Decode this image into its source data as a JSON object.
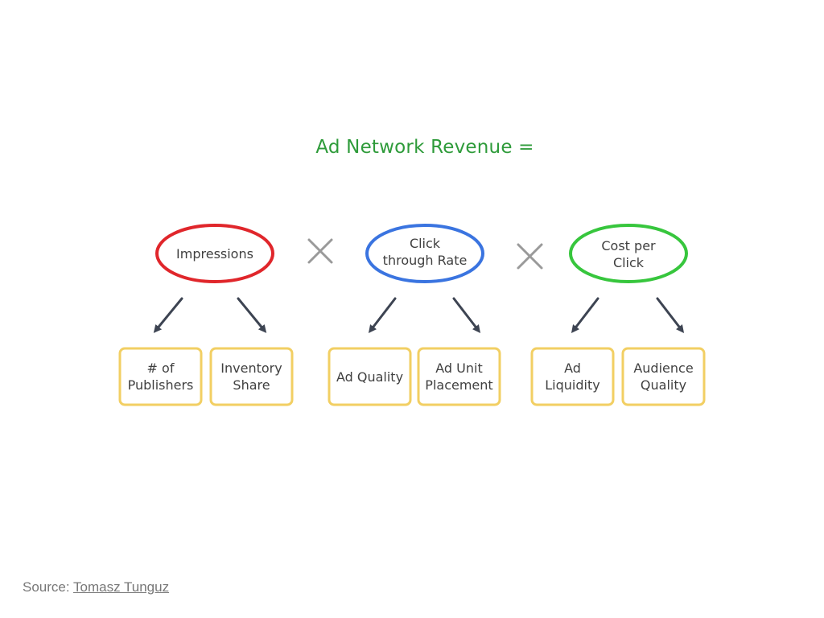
{
  "title": "Ad Network Revenue =",
  "factors": [
    {
      "lines": [
        "Impressions"
      ],
      "color": "#e0262b",
      "drivers": [
        {
          "lines": [
            "# of",
            "Publishers"
          ]
        },
        {
          "lines": [
            "Inventory",
            "Share"
          ]
        }
      ]
    },
    {
      "lines": [
        "Click",
        "through Rate"
      ],
      "color": "#3a74e0",
      "drivers": [
        {
          "lines": [
            "Ad Quality"
          ]
        },
        {
          "lines": [
            "Ad Unit",
            "Placement"
          ]
        }
      ]
    },
    {
      "lines": [
        "Cost per",
        "Click"
      ],
      "color": "#37c63d",
      "drivers": [
        {
          "lines": [
            "Ad",
            "Liquidity"
          ]
        },
        {
          "lines": [
            "Audience",
            "Quality"
          ]
        }
      ]
    }
  ],
  "box_color": "#f2cf63",
  "operator_color": "#9a9a9a",
  "arrow_color": "#3d4452",
  "source": {
    "label": "Source:",
    "link_text": "Tomasz Tunguz"
  }
}
